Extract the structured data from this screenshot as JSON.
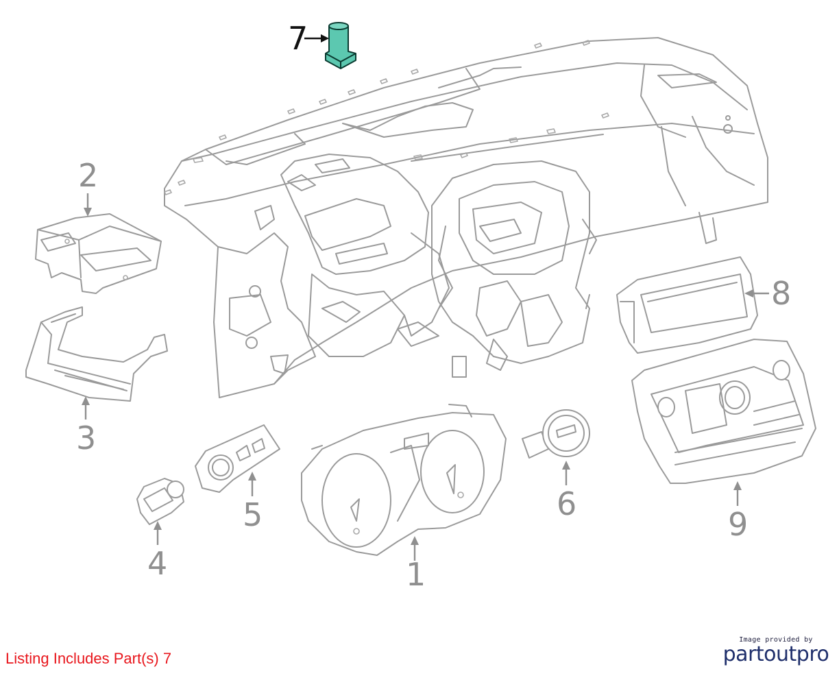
{
  "diagram": {
    "callouts": [
      {
        "id": "1",
        "label": "1"
      },
      {
        "id": "2",
        "label": "2"
      },
      {
        "id": "3",
        "label": "3"
      },
      {
        "id": "4",
        "label": "4"
      },
      {
        "id": "5",
        "label": "5"
      },
      {
        "id": "6",
        "label": "6"
      },
      {
        "id": "7",
        "label": "7",
        "highlighted": true
      },
      {
        "id": "8",
        "label": "8"
      },
      {
        "id": "9",
        "label": "9"
      }
    ],
    "highlight_color": "#5cc8b0",
    "line_color": "#9a9a9a"
  },
  "footer": {
    "listing_note": "Listing Includes Part(s) 7",
    "listing_color": "#e8151b",
    "brand_caption": "Image provided by",
    "brand_name": "partoutpro"
  }
}
